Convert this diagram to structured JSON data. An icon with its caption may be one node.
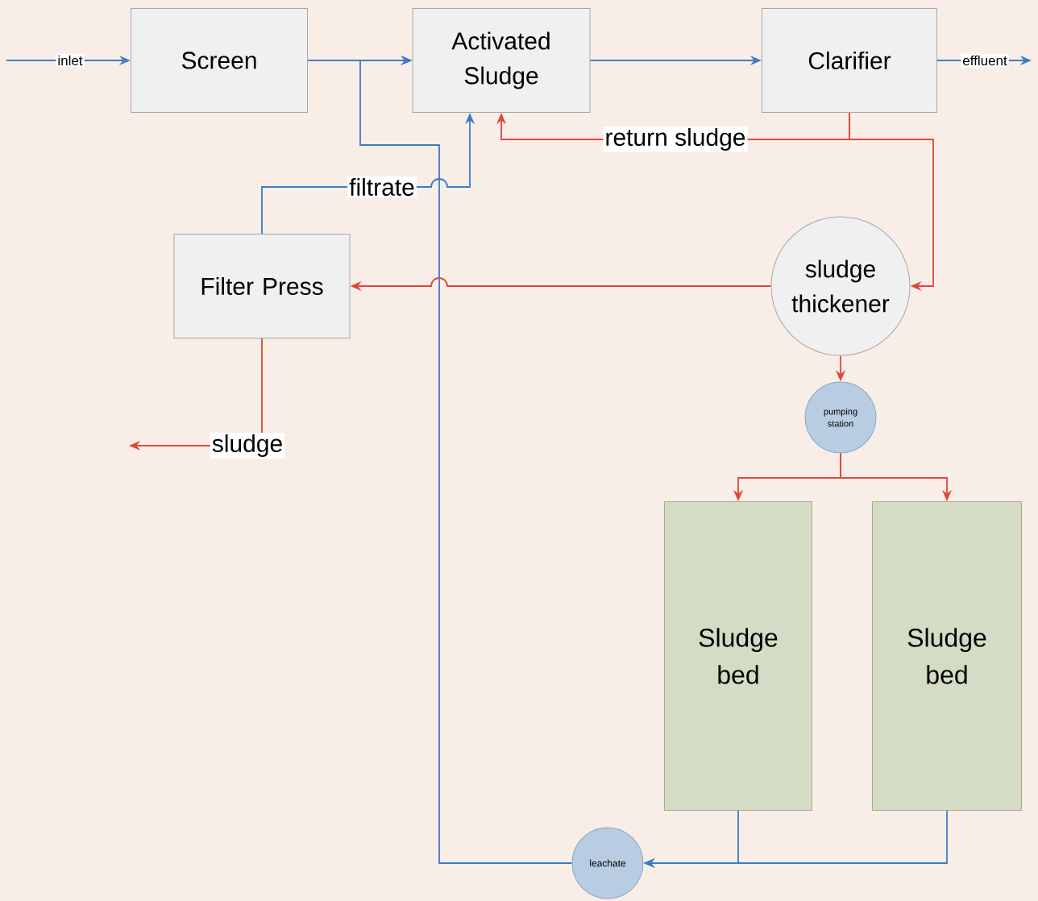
{
  "diagram": {
    "nodes": [
      {
        "text": [
          "Screen"
        ]
      },
      {
        "text": [
          "Activated Sludge"
        ]
      },
      {
        "text": [
          "Clarifier"
        ]
      },
      {
        "text": [
          "sludge thickener"
        ]
      },
      {
        "text": [
          "pumping station"
        ]
      },
      {
        "text": [
          "Filter Press"
        ]
      },
      {
        "text": [
          "Sludge bed"
        ]
      },
      {
        "text": [
          "Sludge bed"
        ]
      },
      {
        "text": [
          "leachate"
        ]
      }
    ],
    "edges": [
      {
        "from": null,
        "to": 0,
        "arrow": "to",
        "label": "inlet"
      },
      {
        "from": 0,
        "to": 1,
        "arrow": "to"
      },
      {
        "from": 1,
        "to": 2,
        "arrow": "to"
      },
      {
        "from": 2,
        "to": null,
        "arrow": "to",
        "label": "effluent"
      },
      {
        "from": 2,
        "to": 1,
        "arrow": "to",
        "label": "return sludge",
        "color": "#e0473a"
      },
      {
        "from": 2,
        "to": 3,
        "arrow": "to",
        "color": "#e0473a"
      },
      {
        "from": 3,
        "to": 5,
        "arrow": "to",
        "color": "#e0473a"
      },
      {
        "from": 5,
        "to": null,
        "arrow": "to",
        "label": "sludge",
        "color": "#e0473a"
      },
      {
        "from": 5,
        "to": 1,
        "arrow": "to",
        "label": "filtrate"
      },
      {
        "from": 3,
        "to": 4,
        "arrow": "to",
        "color": "#e0473a"
      },
      {
        "from": 4,
        "to": 6,
        "arrow": "to",
        "color": "#e0473a"
      },
      {
        "from": 4,
        "to": 7,
        "arrow": "to",
        "color": "#e0473a"
      },
      {
        "from": 6,
        "to": 8,
        "arrow": "to"
      },
      {
        "from": 7,
        "to": 8,
        "arrow": "to"
      },
      {
        "from": 8,
        "to": 1,
        "arrow": "to"
      }
    ]
  }
}
